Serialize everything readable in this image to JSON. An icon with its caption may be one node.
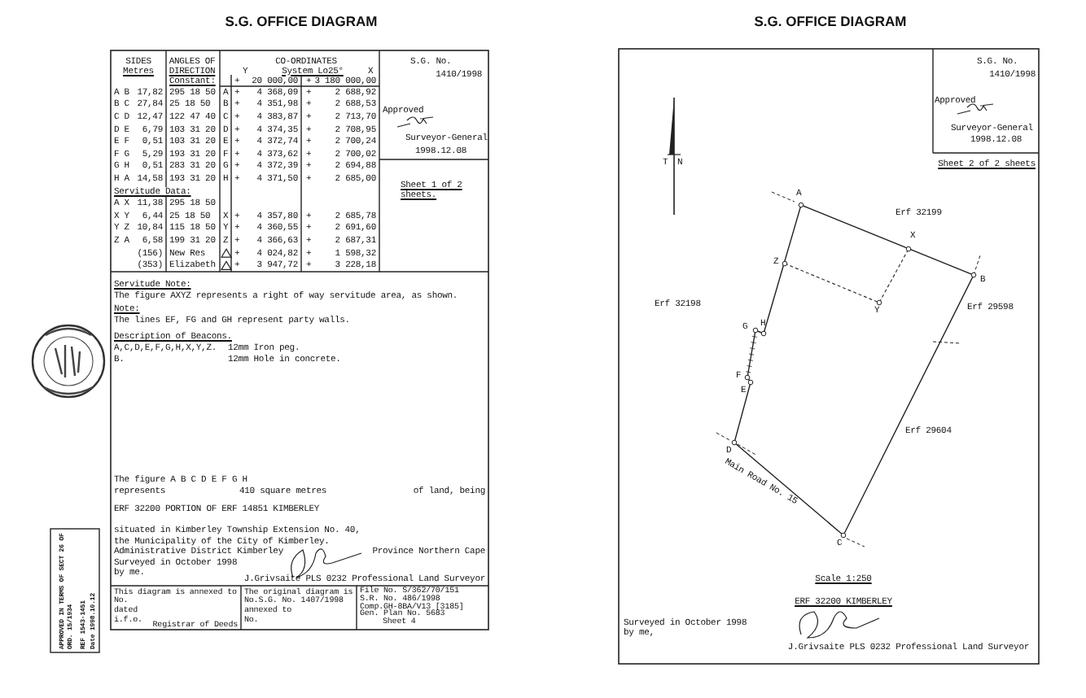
{
  "diagram": {
    "title": "S.G. OFFICE DIAGRAM",
    "labels": [
      "SIDES",
      "Metres",
      "ANGLES OF",
      "DIRECTION",
      "CO-ORDINATES",
      "Y",
      "System Lo25°",
      "X",
      "S.G. No.",
      "1410/1998",
      "Constant:",
      "+",
      "20 000,00",
      "+",
      "3 180 000,00",
      "A B",
      "17,82",
      "295 18 50",
      "A",
      "+",
      "4 368,09",
      "+",
      "2 688,92",
      "B C",
      "27,84",
      "25 18 50",
      "B",
      "+",
      "4 351,98",
      "+",
      "2 688,53",
      "C D",
      "12,47",
      "122 47 40",
      "C",
      "+",
      "4 383,87",
      "+",
      "2 713,70",
      "D E",
      "6,79",
      "103 31 20",
      "D",
      "+",
      "4 374,35",
      "+",
      "2 708,95",
      "E F",
      "0,51",
      "103 31 20",
      "E",
      "+",
      "4 372,74",
      "+",
      "2 700,24",
      "F G",
      "5,29",
      "193 31 20",
      "F",
      "+",
      "4 373,62",
      "+",
      "2 700,02",
      "G H",
      "0,51",
      "283 31 20",
      "G",
      "+",
      "4 372,39",
      "+",
      "2 694,88",
      "H A",
      "14,58",
      "193 31 20",
      "H",
      "+",
      "4 371,50",
      "+",
      "2 685,00",
      "Servitude Data:",
      "A X",
      "11,38",
      "295 18 50",
      "X Y",
      "6,44",
      "25 18 50",
      "X",
      "+",
      "4 357,80",
      "+",
      "2 685,78",
      "Y Z",
      "10,84",
      "115 18 50",
      "Y",
      "+",
      "4 360,55",
      "+",
      "2 691,60",
      "Z A",
      "6,58",
      "199 31 20",
      "Z",
      "+",
      "4 366,63",
      "+",
      "2 687,31",
      "(156)",
      "New Res",
      "+",
      "4 024,82",
      "+",
      "1 598,32",
      "(353)",
      "Elizabeth",
      "+",
      "3 947,72",
      "+",
      "3 228,18",
      "Approved",
      "Surveyor-General",
      "1998.12.08",
      "Sheet 1 of 2 sheets.",
      "Servitude Note:",
      "The figure AXYZ represents a right of way servitude area, as shown.",
      "Note:",
      "The lines EF, FG and GH represent party walls.",
      "Description of Beacons.",
      "A,C,D,E,F,G,H,X,Y,Z.",
      "12mm Iron peg.",
      "B.",
      "12mm Hole in concrete.",
      "The figure A B C D E F G H",
      "represents",
      "410 square metres",
      "of land, being",
      "ERF 32200 PORTION OF ERF 14851 KIMBERLEY",
      "situated in Kimberley Township Extension No. 40,",
      "the Municipality of the City of Kimberley.",
      "Administrative District Kimberley",
      "Province Northern Cape",
      "Surveyed in October 1998",
      "by me.",
      "J.Grivsaite PLS 0232 Professional Land Surveyor",
      "This diagram is annexed to",
      "No.",
      "dated",
      "i.f.o.",
      "Registrar of Deeds",
      "The original diagram is",
      "No.S.G. No. 1407/1998",
      "annexed to",
      "No.",
      "File No. S/362/70/151",
      "S.R. No. 486/1998",
      "Comp.GH-8BA/V13 [3185]",
      "Gen. Plan No. 5683",
      "Sheet 4",
      "APPROVED IN TERMS OF SECT 26 OF ORD. 15/1934",
      "REF 1543-1451",
      "Date 1998.10.12",
      "S.G. OFFICE DIAGRAM",
      "S.G. No.",
      "1410/1998",
      "Approved",
      "Surveyor-General",
      "1998.12.08",
      "T",
      "N",
      "Sheet 2 of 2 sheets",
      "A",
      "Erf 32199",
      "X",
      "Z",
      "B",
      "Erf 32198",
      "Y",
      "Erf 29598",
      "G",
      "H",
      "F",
      "E",
      "Erf 29604",
      "D",
      "Main Road No. 15",
      "C",
      "Scale 1:250",
      "ERF 32200 KIMBERLEY",
      "Surveyed in October 1998 by me,",
      "J.Grivsaite PLS 0232 Professional Land Surveyor"
    ]
  }
}
